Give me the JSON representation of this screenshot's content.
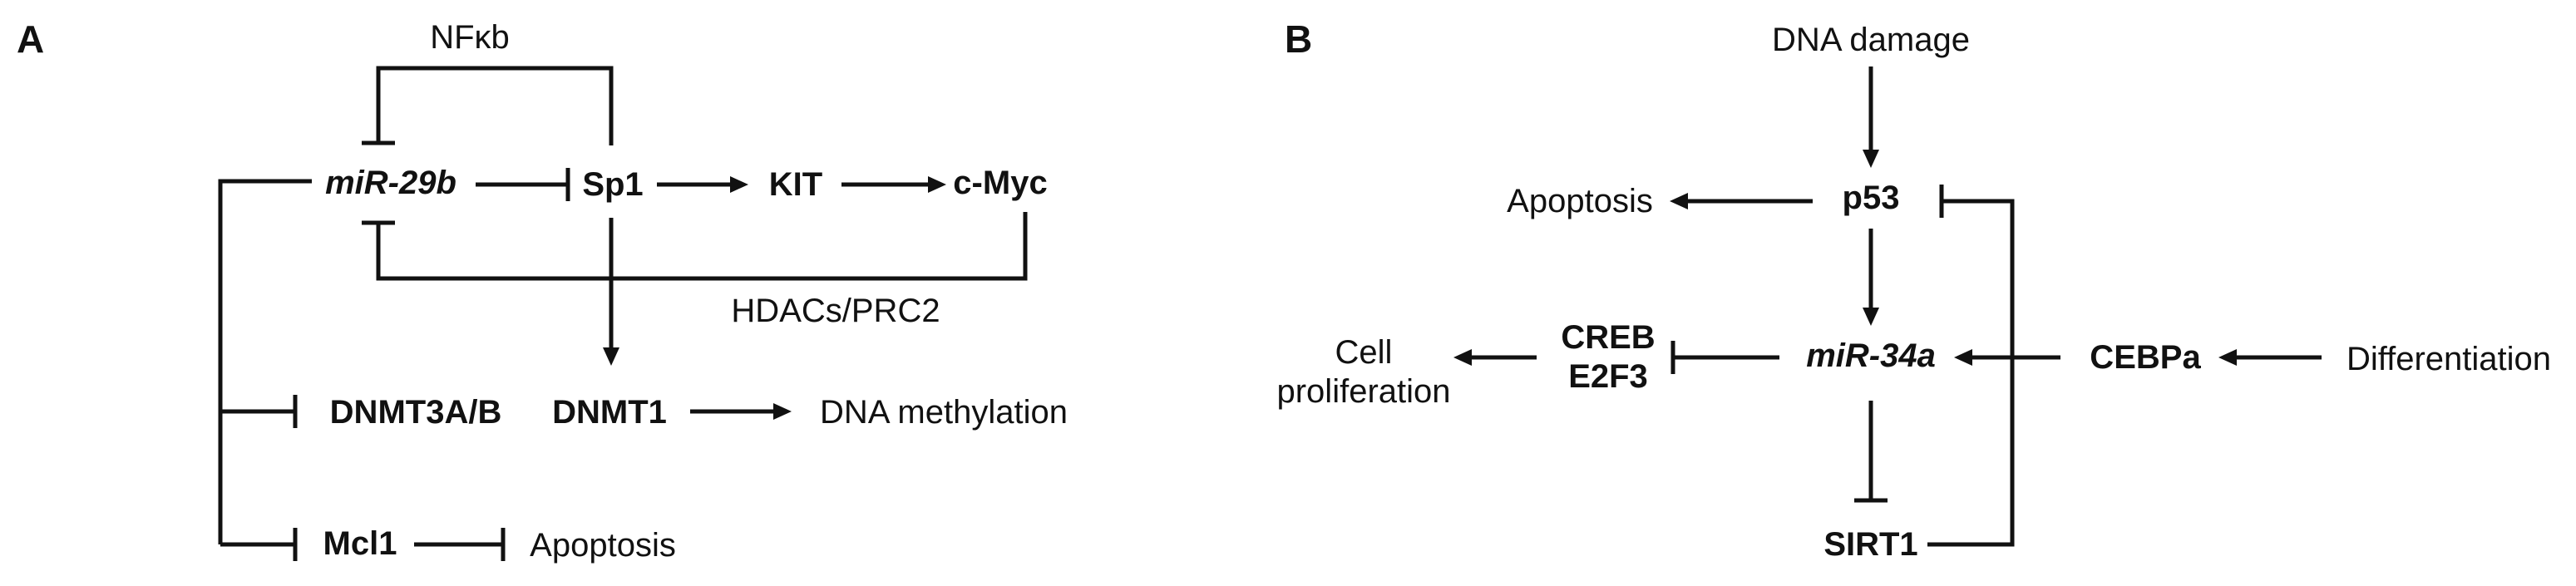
{
  "panels": {
    "a": "A",
    "b": "B"
  },
  "panel_a": {
    "mir29b": "miR-29b",
    "sp1": "Sp1",
    "kit": "KIT",
    "cmyc": "c-Myc",
    "nfkb": "NFκb",
    "hdacs": "HDACs/PRC2",
    "dnmt3ab": "DNMT3A/B",
    "dnmt1": "DNMT1",
    "dna_methylation": "DNA methylation",
    "mcl1": "Mcl1",
    "apoptosis": "Apoptosis"
  },
  "panel_b": {
    "dna_damage": "DNA damage",
    "p53": "p53",
    "apoptosis": "Apoptosis",
    "mir34a": "miR-34a",
    "creb": "CREB",
    "e2f3": "E2F3",
    "cell": "Cell",
    "proliferation": "proliferation",
    "cebpa": "CEBPa",
    "differentiation": "Differentiation",
    "sirt1": "SIRT1"
  }
}
